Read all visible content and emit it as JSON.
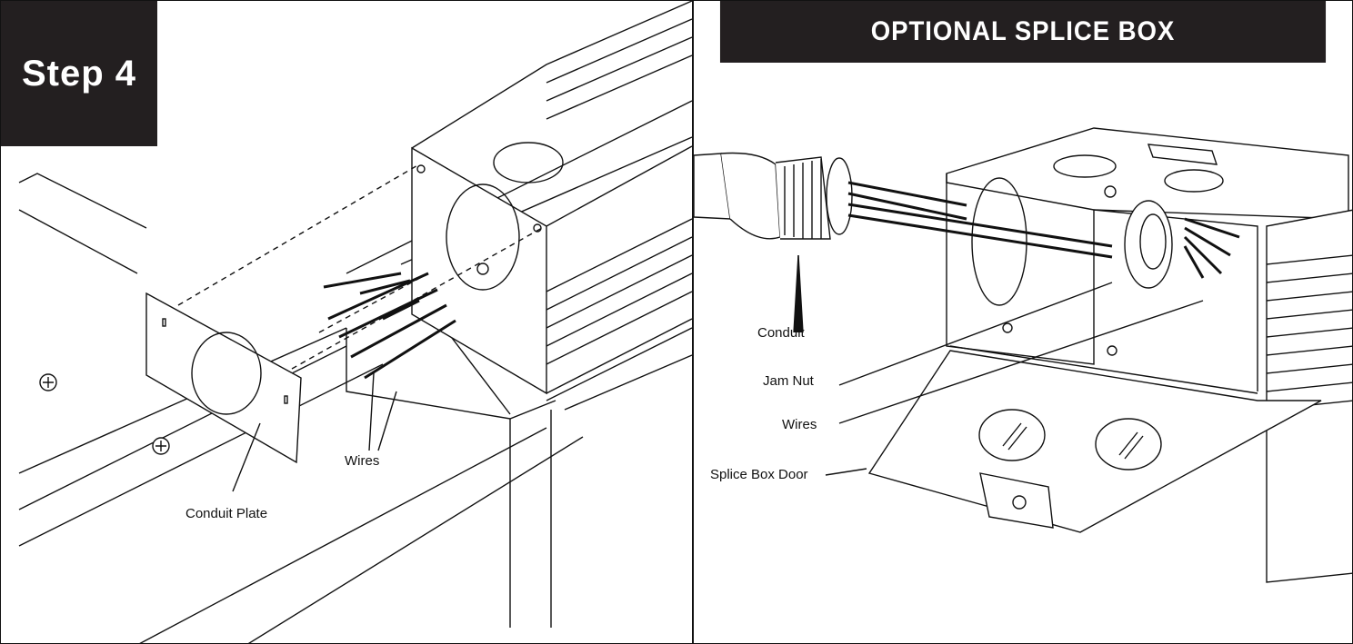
{
  "left_panel": {
    "step_label": "Step 4",
    "callouts": {
      "wires": "Wires",
      "conduit_plate": "Conduit Plate"
    }
  },
  "right_panel": {
    "title": "OPTIONAL SPLICE BOX",
    "callouts": {
      "conduit": "Conduit",
      "jam_nut": "Jam Nut",
      "wires": "Wires",
      "splice_box_door": "Splice Box Door"
    }
  },
  "colors": {
    "header_bg": "#231f20",
    "line": "#111111",
    "shade": "#cfcfcf"
  }
}
